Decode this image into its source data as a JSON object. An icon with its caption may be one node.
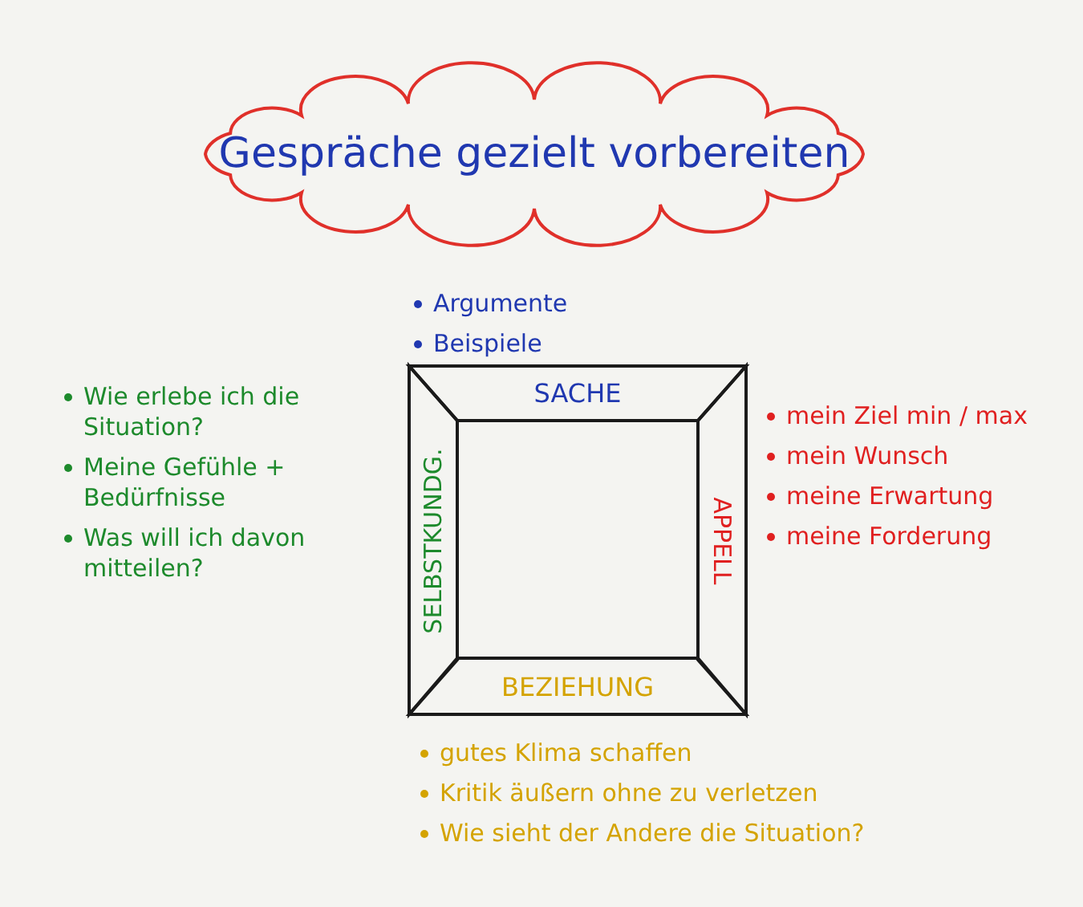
{
  "diagram": {
    "nodes": [
      {
        "text": [
          "Gespräche gezielt vorbereiten"
        ]
      },
      {
        "text": [
          "SACHE"
        ],
        "beside": [
          "Argumente",
          "Beispiele"
        ]
      },
      {
        "text": [
          "SELBSTKUNDG."
        ],
        "beside": [
          "Wie erlebe ich die Situation?",
          "Meine Gefühle + Bedürfnisse",
          "Was will ich davon mitteilen?"
        ]
      },
      {
        "text": [
          "APPELL"
        ],
        "beside": [
          "mein Ziel min / max",
          "mein Wunsch",
          "meine Erwartung",
          "meine Forderung"
        ]
      },
      {
        "text": [
          "BEZIEHUNG"
        ],
        "beside": [
          "gutes Klima schaffen",
          "Kritik äußern ohne zu verletzen",
          "Wie sieht der Andere die Situation?"
        ]
      }
    ]
  }
}
